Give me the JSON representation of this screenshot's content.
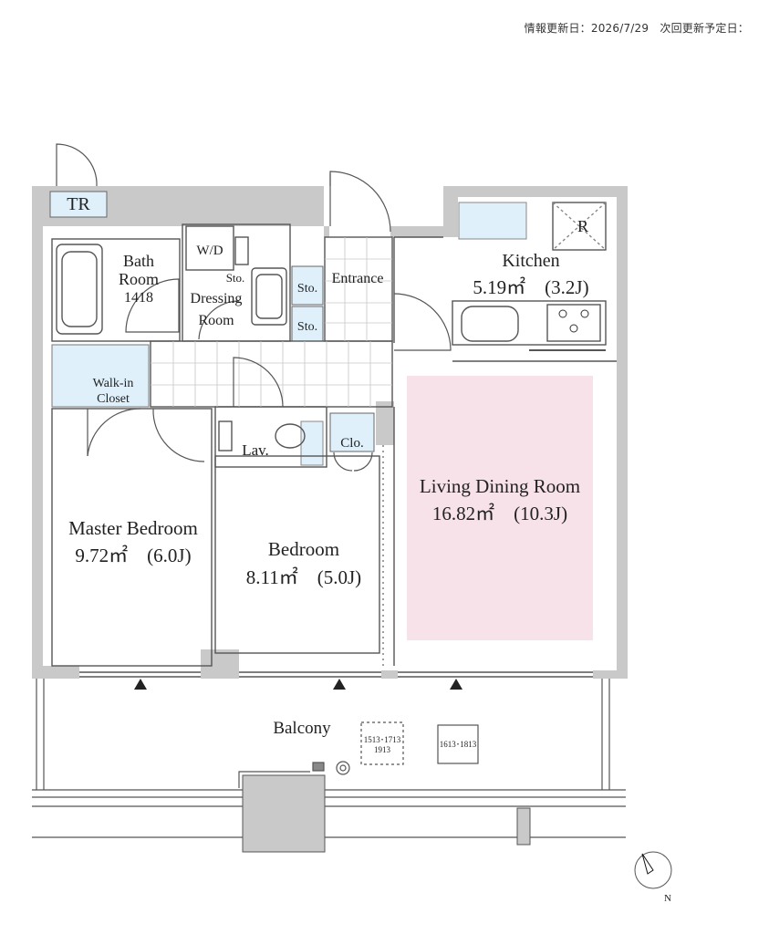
{
  "header": {
    "updated": "情報更新日：2026/7/29　次回更新予定日："
  },
  "rooms": {
    "tr": "TR",
    "bath_1": "Bath",
    "bath_2": "Room",
    "bath_3": "1418",
    "wd": "W/D",
    "sto_dressing": "Sto.",
    "dressing_1": "Dressing",
    "dressing_2": "Room",
    "sto_upper": "Sto.",
    "sto_lower": "Sto.",
    "entrance": "Entrance",
    "kitchen_1": "Kitchen",
    "kitchen_2": "5.19㎡　(3.2J)",
    "fridge": "R",
    "walkin_1": "Walk-in",
    "walkin_2": "Closet",
    "lav": "Lav.",
    "clo": "Clo.",
    "living_1": "Living Dining Room",
    "living_2": "16.82㎡　(10.3J)",
    "master_1": "Master Bedroom",
    "master_2": "9.72㎡　(6.0J)",
    "bedroom_1": "Bedroom",
    "bedroom_2": "8.11㎡　(5.0J)",
    "balcony": "Balcony",
    "unit_box_1": "1513･1713",
    "unit_box_2": "1913",
    "unit_box_3": "1613･1813"
  },
  "compass": {
    "letter": "N"
  },
  "colors": {
    "wall": "#c9c9c9",
    "storage": "#dff0fb",
    "living_highlight": "#f7e2ea",
    "line": "#555555"
  }
}
